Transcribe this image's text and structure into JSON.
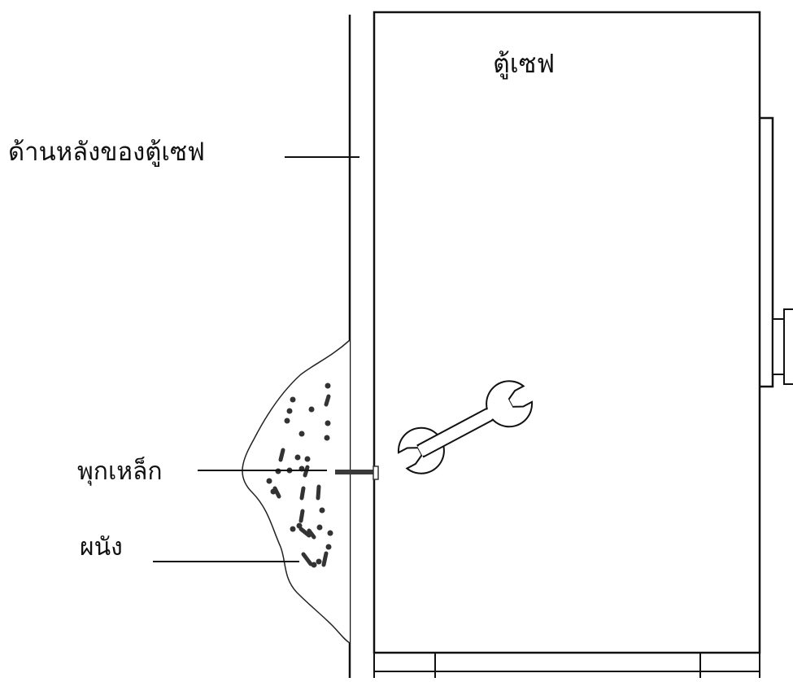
{
  "diagram": {
    "title": "ตู้เซฟ",
    "labels": {
      "safe_back": "ด้านหลังของตู้เซฟ",
      "steel_anchor": "พุกเหล็ก",
      "wall": "ผนัง"
    },
    "icons": [
      "wrench-icon"
    ],
    "colors": {
      "line": "#111111",
      "wall_dots": "#2a2a2a",
      "anchor": "#3a3a3a",
      "background": "#ffffff"
    }
  }
}
